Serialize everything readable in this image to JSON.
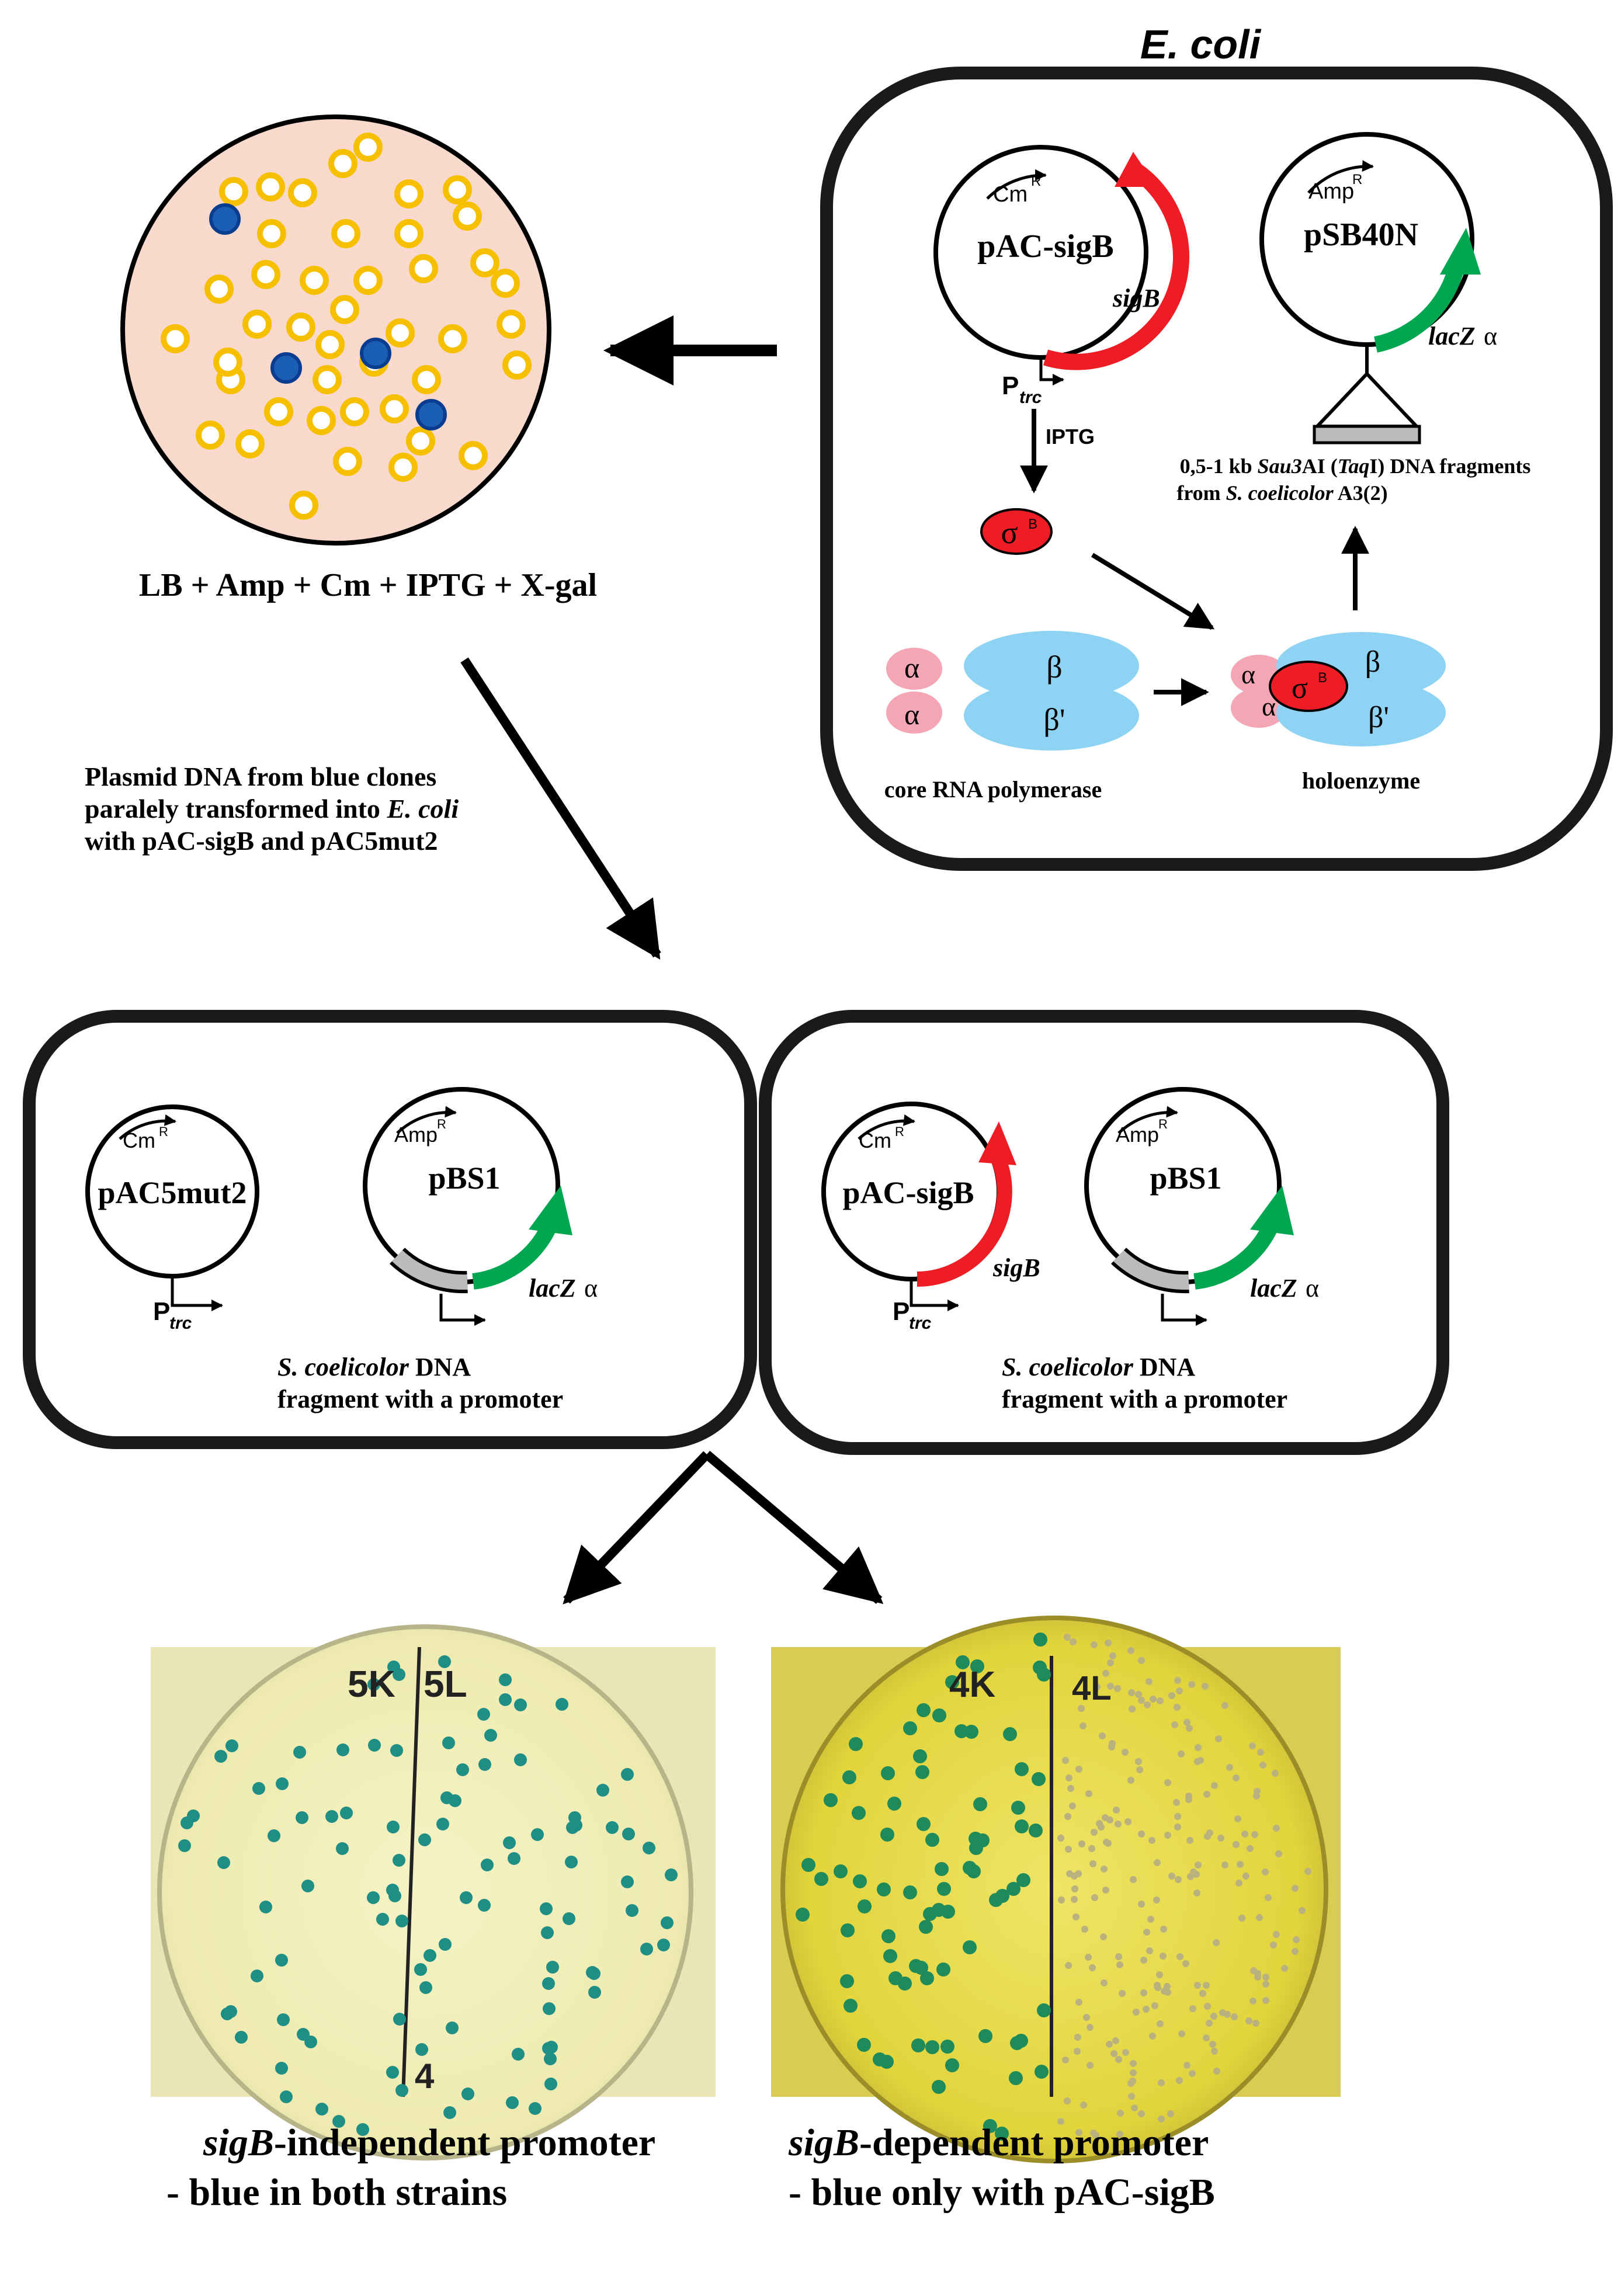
{
  "organism_title": "E. coli",
  "top_box": {
    "plasmid1_name": "pAC-sigB",
    "plasmid1_marker": "Cm",
    "plasmid1_marker_sup": "R",
    "plasmid1_gene": "sigB",
    "promoter_P": "P",
    "promoter_sub": "trc",
    "inducer": "IPTG",
    "sigma_symbol": "σ",
    "sigma_sup": "B",
    "plasmid2_name": "pSB40N",
    "plasmid2_marker": "Amp",
    "plasmid2_marker_sup": "R",
    "plasmid2_gene": "lacZ",
    "plasmid2_gene_suffix": "α",
    "fragment_line1_a": "0,5-1 kb ",
    "fragment_line1_b": "Sau3",
    "fragment_line1_c": "AI (",
    "fragment_line1_d": "Taq",
    "fragment_line1_e": "I) DNA fragments",
    "fragment_line2_a": "from ",
    "fragment_line2_b": "S. coelicolor",
    "fragment_line2_c": " A3(2)",
    "alpha": "α",
    "beta": "β",
    "beta_prime": "β'",
    "core_label": "core RNA polymerase",
    "holo_label": "holoenzyme"
  },
  "plate_top": {
    "medium_label": "LB + Amp + Cm + IPTG + X-gal"
  },
  "transform_note": {
    "line1": "Plasmid DNA from blue clones",
    "line2a": "paralely transformed into ",
    "line2b": "E. coli",
    "line3": "with pAC-sigB and pAC5mut2"
  },
  "box_left": {
    "plasmid1_name": "pAC5mut2",
    "plasmid1_marker": "Cm",
    "plasmid1_marker_sup": "R",
    "plasmid2_name": "pBS1",
    "plasmid2_marker": "Amp",
    "plasmid2_marker_sup": "R",
    "gene": "lacZ",
    "gene_suffix": "α",
    "promoter_P": "P",
    "promoter_sub": "trc",
    "dna_line1a": "S. coelicolor",
    "dna_line1b": "  DNA",
    "dna_line2": "fragment with a promoter"
  },
  "box_right": {
    "plasmid1_name": "pAC-sigB",
    "plasmid1_marker": "Cm",
    "plasmid1_marker_sup": "R",
    "plasmid1_gene": "sigB",
    "plasmid2_name": "pBS1",
    "plasmid2_marker": "Amp",
    "plasmid2_marker_sup": "R",
    "gene": "lacZ",
    "gene_suffix": "α",
    "promoter_P": "P",
    "promoter_sub": "trc",
    "dna_line1a": "S. coelicolor",
    "dna_line1b": "  DNA",
    "dna_line2": "fragment with a promoter"
  },
  "photo_left": {
    "handwriting_left": "5K",
    "handwriting_right": "5L",
    "handwriting_bottom": "4",
    "caption1a": "sigB",
    "caption1b": "-independent promoter",
    "caption2": "- blue in both strains"
  },
  "photo_right": {
    "handwriting_left": "4K",
    "handwriting_right": "4L",
    "caption1a": "sigB",
    "caption1b": "-dependent promoter",
    "caption2": "- blue only with pAC-sigB"
  },
  "colors": {
    "plate_bg": "#f8d9cc",
    "colony_yellow": "#f6c000",
    "colony_blue": "#1a5fb4",
    "sigB_red": "#ee1c24",
    "lacZ_green": "#00a650",
    "rnap_blue": "#8fd3f4",
    "alpha_pink": "#f4a6b4"
  }
}
